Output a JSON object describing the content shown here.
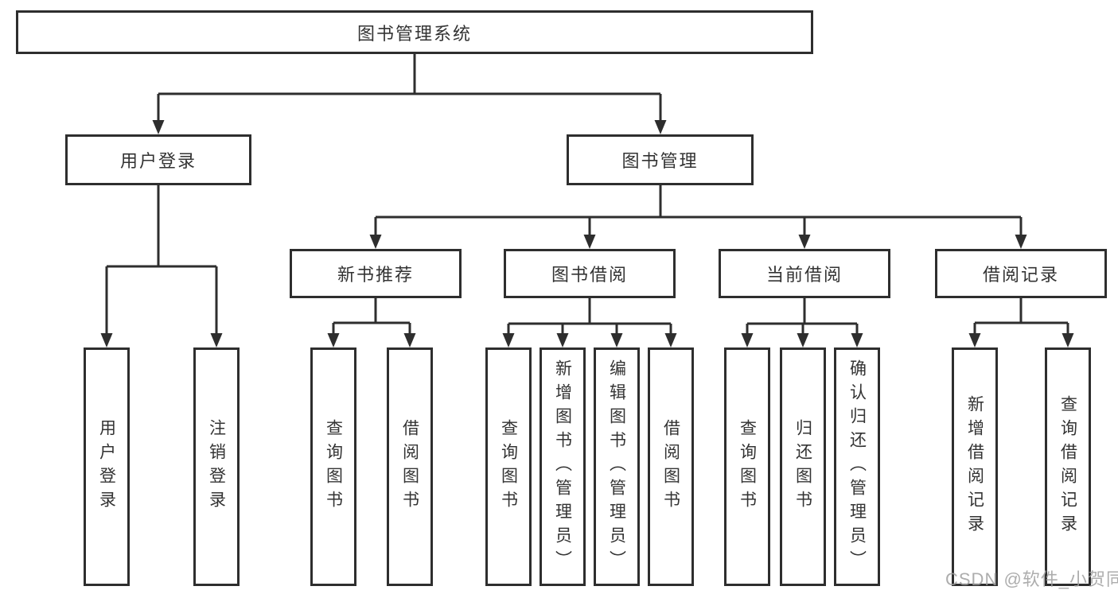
{
  "tree": {
    "root": {
      "label": "图书管理系统"
    },
    "branches": [
      {
        "label": "用户登录",
        "leaves": [
          {
            "label": "用户登录"
          },
          {
            "label": "注销登录"
          }
        ]
      },
      {
        "label": "图书管理",
        "groups": [
          {
            "label": "新书推荐",
            "leaves": [
              {
                "label": "查询图书"
              },
              {
                "label": "借阅图书"
              }
            ]
          },
          {
            "label": "图书借阅",
            "leaves": [
              {
                "label": "查询图书"
              },
              {
                "label": "新增图书（管理员）"
              },
              {
                "label": "编辑图书（管理员）"
              },
              {
                "label": "借阅图书"
              }
            ]
          },
          {
            "label": "当前借阅",
            "leaves": [
              {
                "label": "查询图书"
              },
              {
                "label": "归还图书"
              },
              {
                "label": "确认归还（管理员）"
              }
            ]
          },
          {
            "label": "借阅记录",
            "leaves": [
              {
                "label": "新增借阅记录"
              },
              {
                "label": "查询借阅记录"
              }
            ]
          }
        ]
      }
    ]
  },
  "watermark": {
    "text": "CSDN @软件_小贺同学"
  },
  "colors": {
    "line": "#2e2e2e",
    "text": "#333333",
    "background": "#ffffff",
    "watermark": "#9f9f9f"
  }
}
